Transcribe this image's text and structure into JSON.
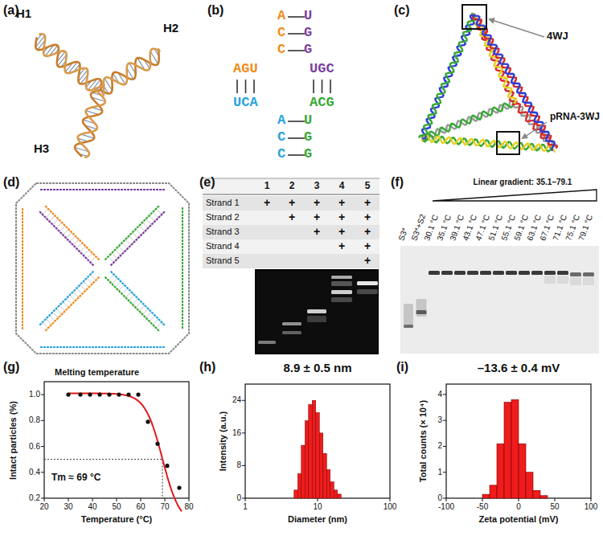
{
  "diagram": {
    "labels": [
      "(a)",
      "H1",
      "H2",
      "H3",
      "(b)",
      "A",
      "U",
      "C",
      "G",
      "C",
      "G",
      "AGU",
      "UGC",
      "UCA",
      "ACG",
      "A",
      "U",
      "C",
      "G",
      "C",
      "G",
      "(c)",
      "4WJ",
      "pRNA-3WJ",
      "(d)",
      "(e)",
      "1",
      "2",
      "3",
      "4",
      "5",
      "Strand 1",
      "Strand 2",
      "Strand 3",
      "Strand 4",
      "Strand 5",
      "+",
      "+",
      "+",
      "+",
      "+",
      "+",
      "+",
      "+",
      "+",
      "+",
      "+",
      "+",
      "+",
      "+",
      "+",
      "(f)",
      "Linear gradient: 35.1–79.1",
      "S3*",
      "S3*+S2",
      "30.1 °C",
      "35.1 °C",
      "39.1 °C",
      "43.1 °C",
      "47.1 °C",
      "51.1 °C",
      "55.1 °C",
      "59.1 °C",
      "63.1 °C",
      "67.1 °C",
      "71.1 °C",
      "75.1 °C",
      "79.1 °C",
      "(g)",
      "Melting temperature",
      "Intact particles (%)",
      "0.2",
      "0.4",
      "0.6",
      "0.8",
      "1.0",
      "20",
      "30",
      "40",
      "50",
      "60",
      "70",
      "80",
      "Temperature (°C)",
      "Tm ≈ 69 °C",
      "(h)",
      "8.9 ± 0.5 nm",
      "Intensity (a.u.)",
      "0",
      "8",
      "16",
      "24",
      "1",
      "10",
      "100",
      "Diameter (nm)",
      "(i)",
      "–13.6 ± 0.4 mV",
      "Total counts (× 10⁴)",
      "0",
      "1",
      "2",
      "3",
      "4",
      "-100",
      "-50",
      "0",
      "50",
      "100",
      "Zeta potential (mV)"
    ]
  }
}
